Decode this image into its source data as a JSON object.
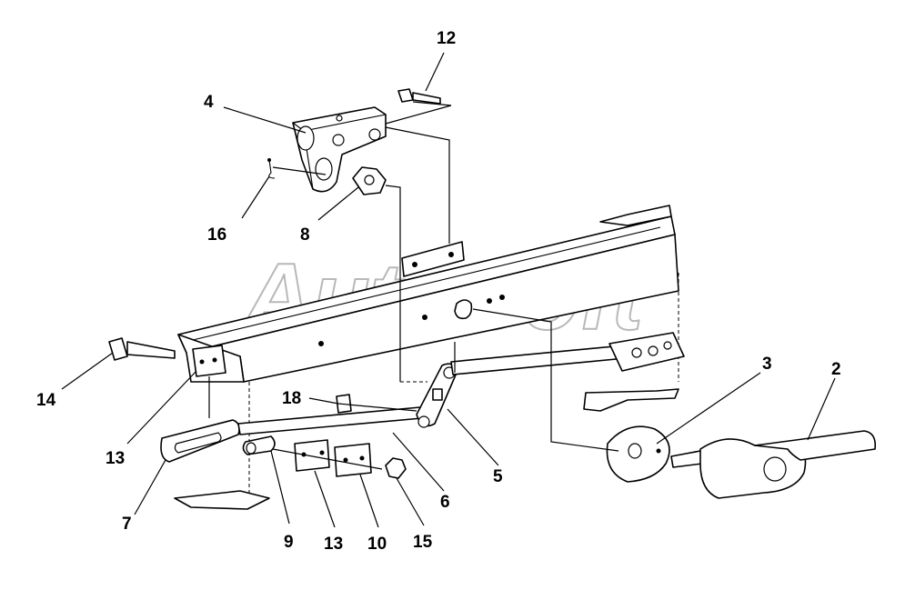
{
  "watermark": "AutoSoft",
  "colors": {
    "line": "#000000",
    "background": "#ffffff",
    "watermark": "#b8b8b8"
  },
  "callouts": [
    {
      "id": "12",
      "text": "12"
    },
    {
      "id": "4",
      "text": "4"
    },
    {
      "id": "16",
      "text": "16"
    },
    {
      "id": "8",
      "text": "8"
    },
    {
      "id": "3",
      "text": "3"
    },
    {
      "id": "2",
      "text": "2"
    },
    {
      "id": "14",
      "text": "14"
    },
    {
      "id": "18",
      "text": "18"
    },
    {
      "id": "13a",
      "text": "13"
    },
    {
      "id": "5",
      "text": "5"
    },
    {
      "id": "6",
      "text": "6"
    },
    {
      "id": "7",
      "text": "7"
    },
    {
      "id": "9",
      "text": "9"
    },
    {
      "id": "13b",
      "text": "13"
    },
    {
      "id": "10",
      "text": "10"
    },
    {
      "id": "15",
      "text": "15"
    }
  ]
}
